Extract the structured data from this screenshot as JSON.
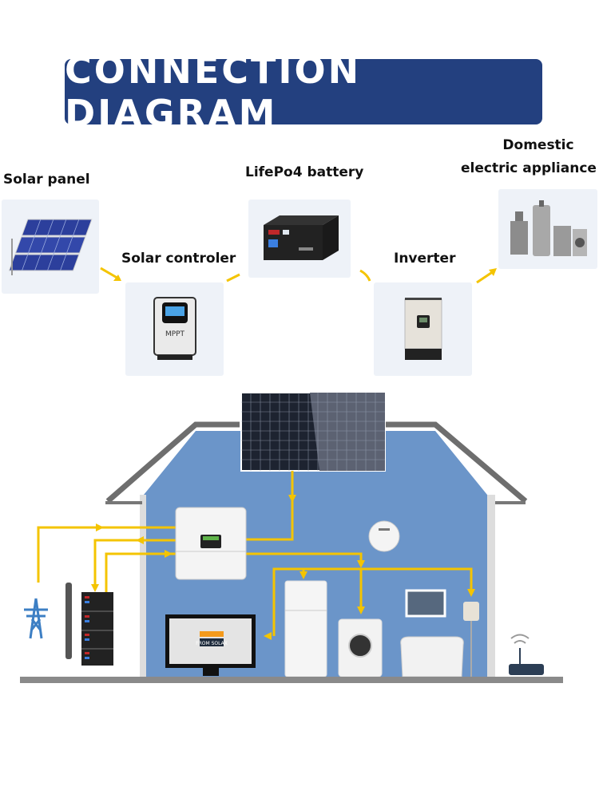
{
  "title": "CONNECTION DIAGRAM",
  "colors": {
    "banner": "#23407f",
    "arrow": "#f4c400",
    "wall": "#6b95c9",
    "roof": "#6e6e6e"
  },
  "components": [
    {
      "id": "solar-panel",
      "label": "Solar panel",
      "icon": "solar-panel-icon"
    },
    {
      "id": "solar-controller",
      "label": "Solar controler",
      "icon": "mppt-controller-icon",
      "device_text": "MPPT"
    },
    {
      "id": "battery",
      "label": "LifePo4 battery",
      "icon": "battery-icon"
    },
    {
      "id": "inverter",
      "label": "Inverter",
      "icon": "inverter-icon"
    },
    {
      "id": "appliance",
      "label_line1": "Domestic",
      "label_line2": "electric appliance",
      "icon": "appliances-icon"
    }
  ],
  "flow": [
    "Solar panel",
    "Solar controler",
    "LifePo4 battery",
    "Inverter",
    "Domestic electric appliance"
  ],
  "house": {
    "tv_text": "FROM SOLAX",
    "items": [
      "roof solar panel",
      "hybrid inverter",
      "smart meter",
      "grid pylon",
      "battery stack",
      "TV",
      "refrigerator",
      "washing machine",
      "wall picture",
      "floor lamp",
      "armchair",
      "wifi router"
    ]
  }
}
